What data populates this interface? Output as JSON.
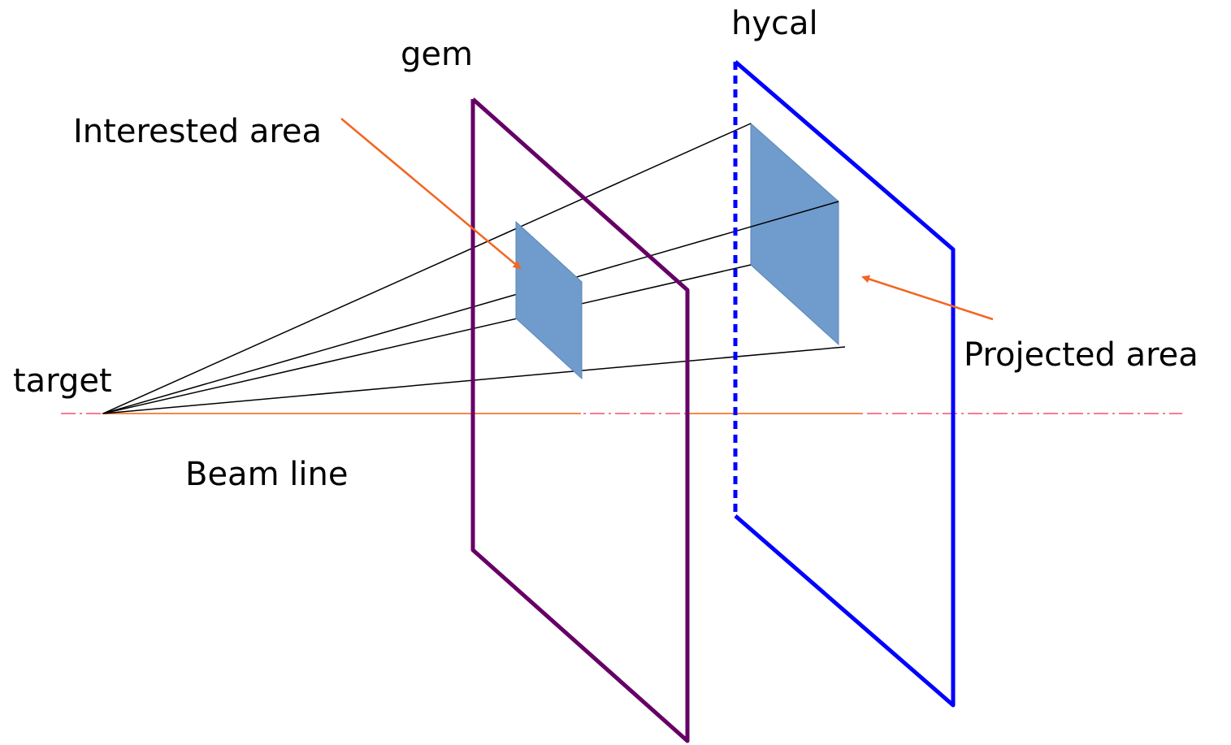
{
  "labels": {
    "hycal": "hycal",
    "gem": "gem",
    "interested_area": "Interested area",
    "target": "target",
    "beam_line": "Beam line",
    "projected_area": "Projected area"
  },
  "colors": {
    "gem_plane": "#660066",
    "hycal_plane": "#0000ff",
    "area_fill": "#6f9ccc",
    "arrow": "#f26522",
    "beam_line": "#f5894a",
    "beam_dashdot": "#f0506e",
    "rays": "#000000"
  }
}
